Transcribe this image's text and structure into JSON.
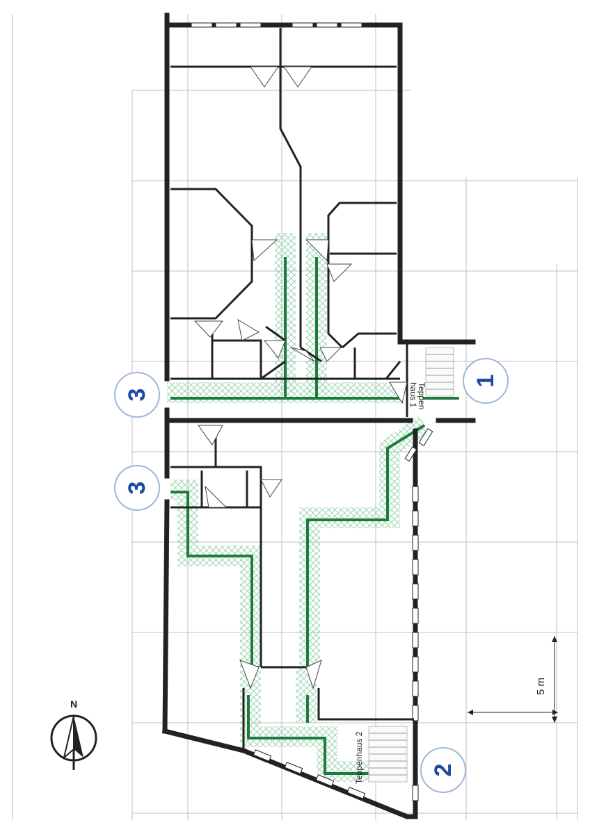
{
  "exits": [
    {
      "number": "1"
    },
    {
      "number": "2"
    },
    {
      "number": "3"
    },
    {
      "number": "3"
    }
  ],
  "stairwells": {
    "one_line1": "Teppen",
    "one_line2": "haus 1",
    "two": "Teppenhaus 2"
  },
  "scale": {
    "label": "5 m"
  },
  "north": {
    "label": "N"
  },
  "colors": {
    "route": "#1f7a3f",
    "hatch": "#8fd0a8",
    "wall": "#222222",
    "exit_number": "#1c4aa0",
    "grid": "#b9c2c7"
  }
}
